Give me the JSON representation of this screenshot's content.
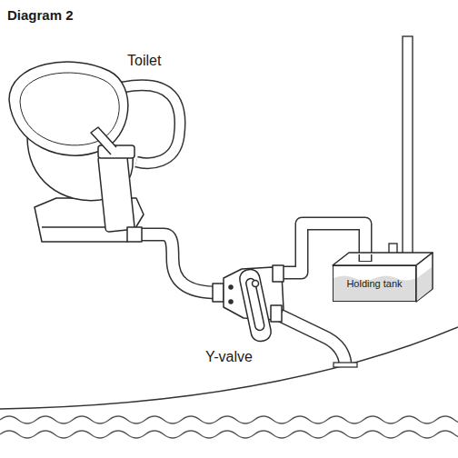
{
  "diagram": {
    "title": "Diagram 2",
    "nodes": [
      {
        "text": [
          "Holding tank"
        ]
      }
    ],
    "labels": [
      "Toilet",
      "Y-valve"
    ]
  }
}
